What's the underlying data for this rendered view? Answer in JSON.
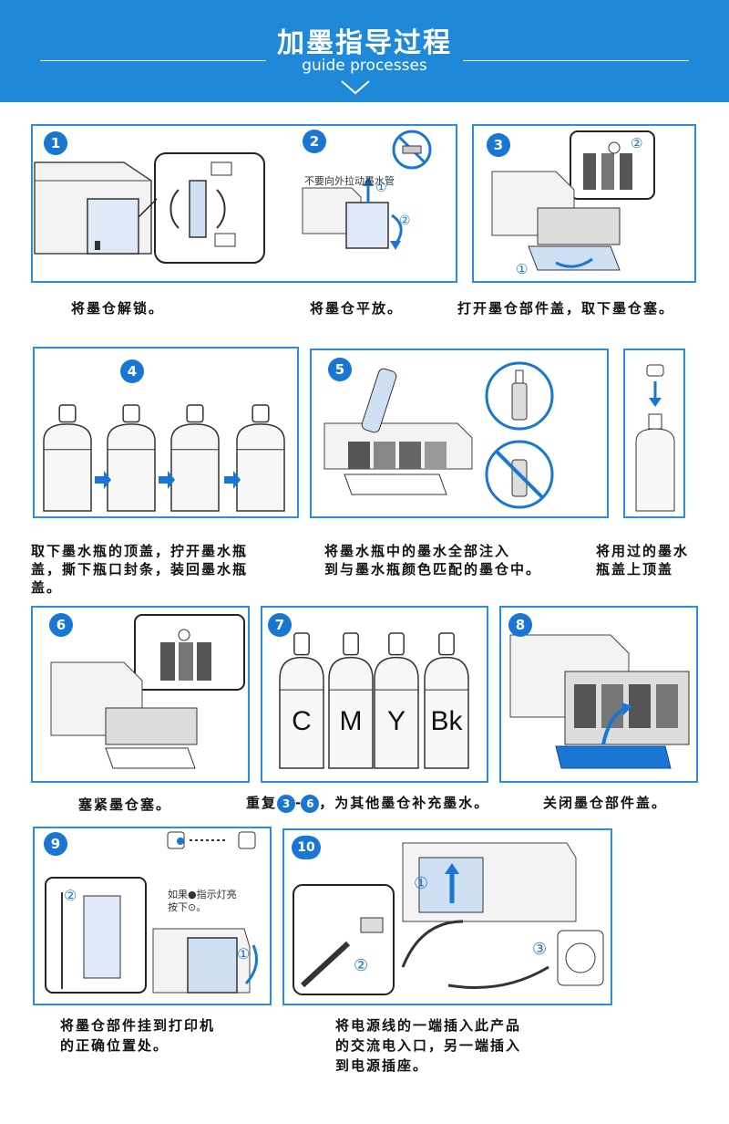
{
  "header": {
    "title": "加墨指导过程",
    "subtitle": "guide processes"
  },
  "steps": [
    {
      "number": "1",
      "caption": "将墨仓解锁。"
    },
    {
      "number": "2",
      "caption": "将墨仓平放。",
      "warning": "不要向外拉动墨水管",
      "markers": [
        "①",
        "②"
      ]
    },
    {
      "number": "3",
      "caption": "打开墨仓部件盖，取下墨仓塞。",
      "markers": [
        "①",
        "②"
      ]
    },
    {
      "number": "4",
      "caption_lines": [
        "取下墨水瓶的顶盖，拧开墨水瓶",
        "盖，撕下瓶口封条，装回墨水瓶",
        "盖。"
      ]
    },
    {
      "number": "5",
      "caption_lines": [
        "将墨水瓶中的墨水全部注入",
        "到与墨水瓶颜色匹配的墨仓中。"
      ]
    },
    {
      "number": "",
      "caption_lines": [
        "将用过的墨水",
        "瓶盖上顶盖"
      ]
    },
    {
      "number": "6",
      "caption": "塞紧墨仓塞。"
    },
    {
      "number": "7",
      "caption_prefix": "重复",
      "caption_from": "3",
      "caption_dash": "-",
      "caption_to": "6",
      "caption_suffix": "，为其他墨仓补充墨水。",
      "ink_labels": [
        "C",
        "M",
        "Y",
        "Bk"
      ]
    },
    {
      "number": "8",
      "caption": "关闭墨仓部件盖。"
    },
    {
      "number": "9",
      "caption_lines": [
        "将墨仓部件挂到打印机",
        "的正确位置处。"
      ],
      "note_lines": [
        "如果●指示灯亮",
        "按下⊙。"
      ],
      "markers": [
        "①",
        "②"
      ]
    },
    {
      "number": "10",
      "caption_lines": [
        "将电源线的一端插入此产品",
        "的交流电入口，另一端插入",
        "到电源插座。"
      ],
      "markers": [
        "①",
        "②",
        "③"
      ]
    }
  ]
}
